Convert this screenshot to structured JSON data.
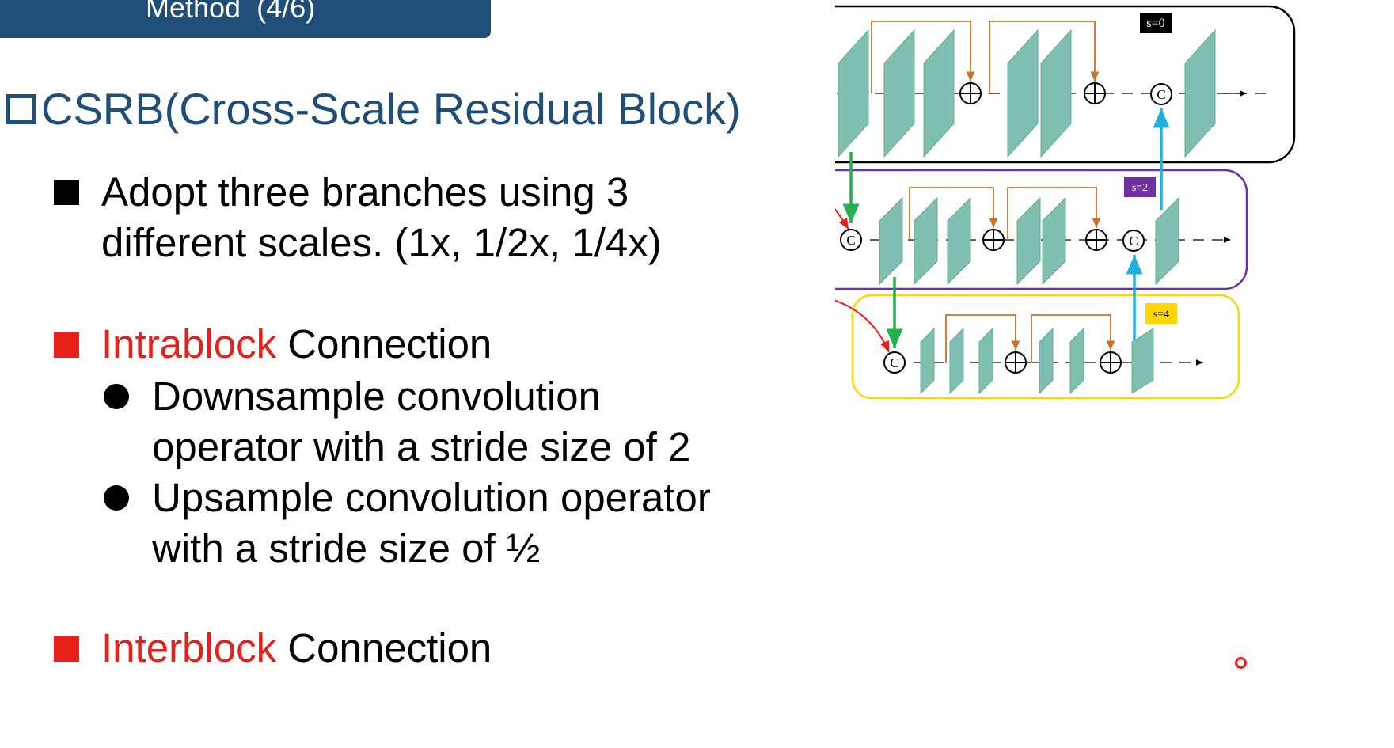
{
  "header": {
    "title": "Method  (4/6)"
  },
  "section": {
    "title": "CSRB(Cross-Scale Residual Block)"
  },
  "bullets": {
    "b1": {
      "line1": "Adopt three branches using 3",
      "line2": "different scales. (1x, 1/2x, 1/4x)"
    },
    "b2": {
      "highlight": "Intrablock",
      "rest": " Connection",
      "sub1": {
        "line1": "Downsample convolution",
        "line2": "operator with a stride size of 2"
      },
      "sub2": {
        "line1": "Upsample convolution operator",
        "line2": "with a stride size of ½"
      }
    },
    "b3": {
      "highlight": "Interblock",
      "rest": " Connection"
    }
  },
  "diagram": {
    "scale_labels": {
      "s0": "s=0",
      "s2": "s=2",
      "s4": "s=4"
    },
    "symbols": {
      "concat": "C",
      "add": "⊕"
    },
    "colors": {
      "block_top": "#000000",
      "block_mid": "#7030a0",
      "block_bot": "#ffd700",
      "conv": "#7fbfb0",
      "skip": "#c8742a",
      "down": "#22b14c",
      "up": "#20b0e0",
      "input": "#e8201a",
      "s2_fill": "#7030a0",
      "s4_fill": "#ffd700"
    }
  },
  "theme": {
    "accent": "#1f4e79",
    "highlight": "#e8201a"
  }
}
